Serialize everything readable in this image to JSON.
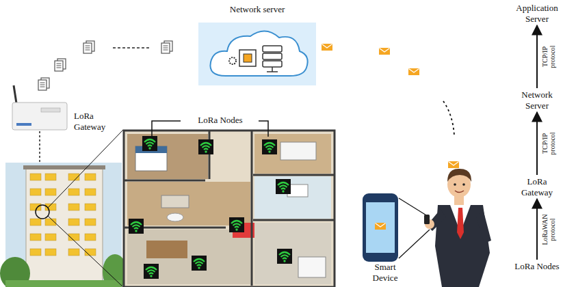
{
  "diagram": {
    "nodes": [
      {
        "text": [
          "Network server"
        ]
      },
      {
        "text": [
          "Application Server"
        ]
      },
      {
        "text": [
          "Network Server"
        ]
      },
      {
        "text": [
          "LoRa Gateway"
        ]
      },
      {
        "text": [
          "LoRa Nodes"
        ]
      }
    ],
    "edges": [
      {
        "from": 4,
        "to": 3,
        "label": "LoRaWAN protocol",
        "arrow": "to"
      },
      {
        "from": 3,
        "to": 2,
        "label": "TCP/IP protocol",
        "arrow": "to"
      },
      {
        "from": 2,
        "to": 1,
        "label": "TCP/IP protocol",
        "arrow": "to"
      }
    ],
    "labels": [
      "LoRa Gateway",
      "LoRa Nodes",
      "Smart Device"
    ]
  }
}
